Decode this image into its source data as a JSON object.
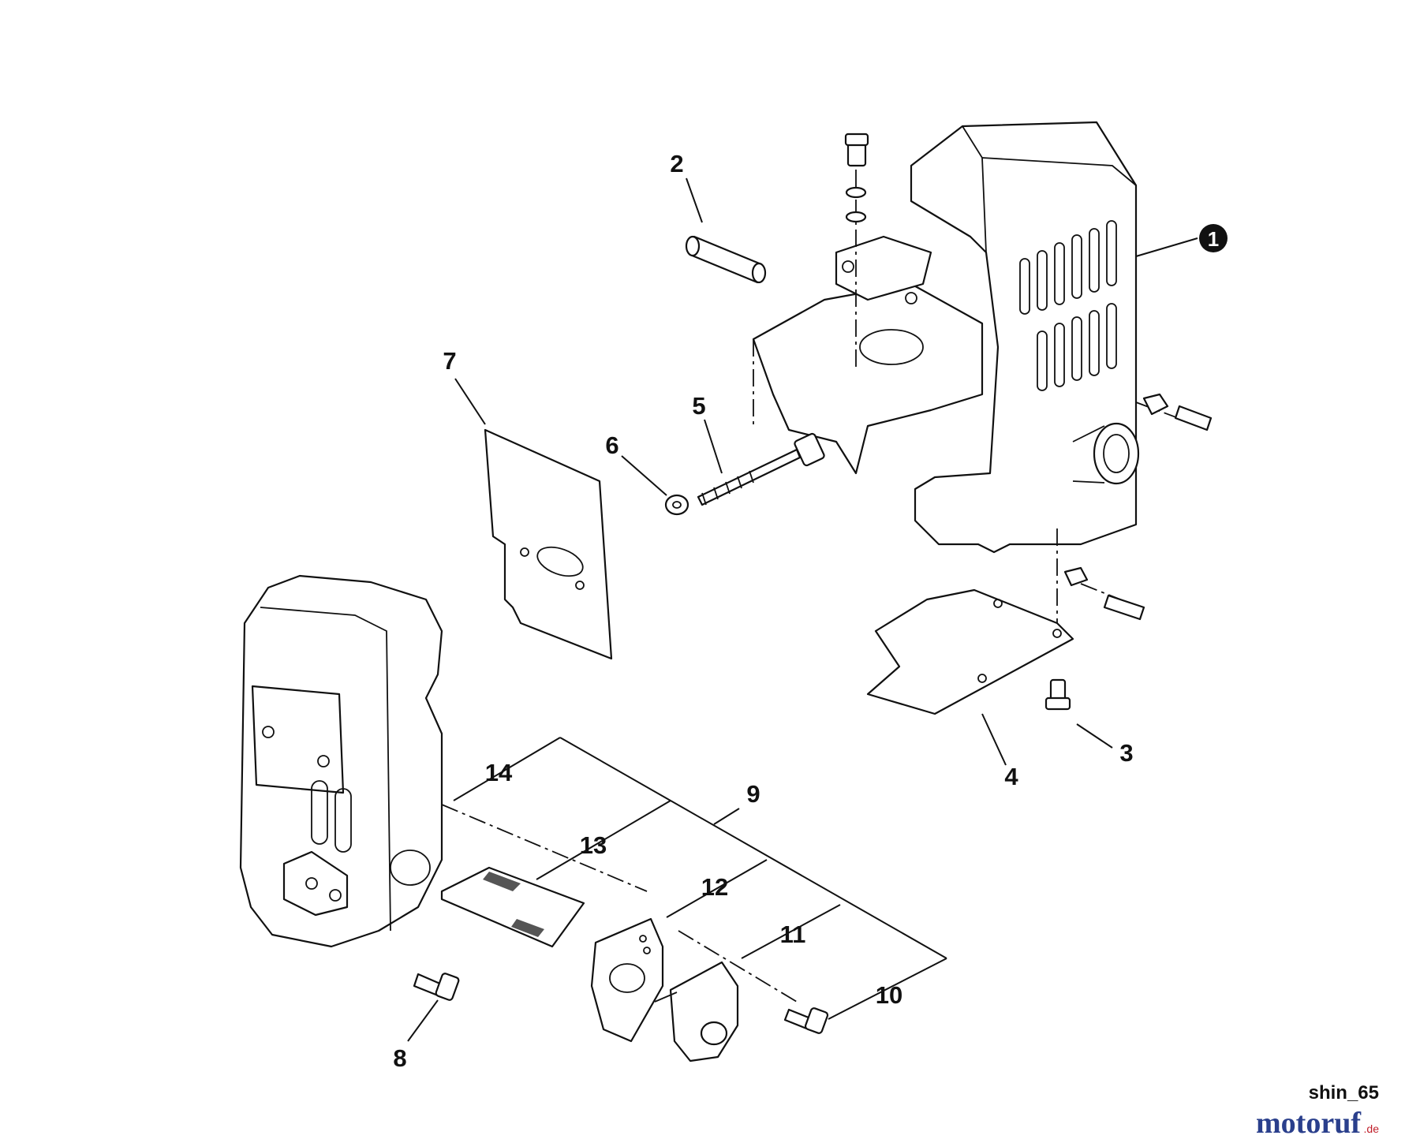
{
  "diagram": {
    "reference_code": "shin_65",
    "watermark": {
      "brand": "motoruf",
      "tld": ".de",
      "color_main": "#2a3f8c",
      "color_accent": "#c0202b"
    },
    "callouts": [
      "1",
      "2",
      "3",
      "4",
      "5",
      "6",
      "7",
      "8",
      "9",
      "10",
      "11",
      "12",
      "13",
      "14"
    ]
  }
}
